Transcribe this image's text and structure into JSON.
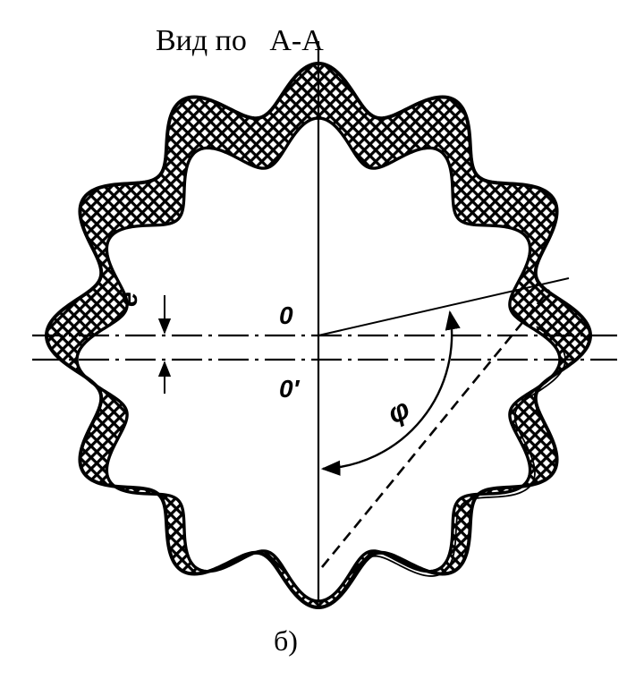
{
  "title": "Вид по   А-А",
  "caption": "б)",
  "labels": {
    "center_o": "0",
    "center_o_prime": "0′",
    "eccentricity": "e",
    "angle": "φ"
  },
  "diagram": {
    "lobe_count": 12,
    "colors": {
      "ink": "#000000",
      "background": "#ffffff"
    }
  }
}
